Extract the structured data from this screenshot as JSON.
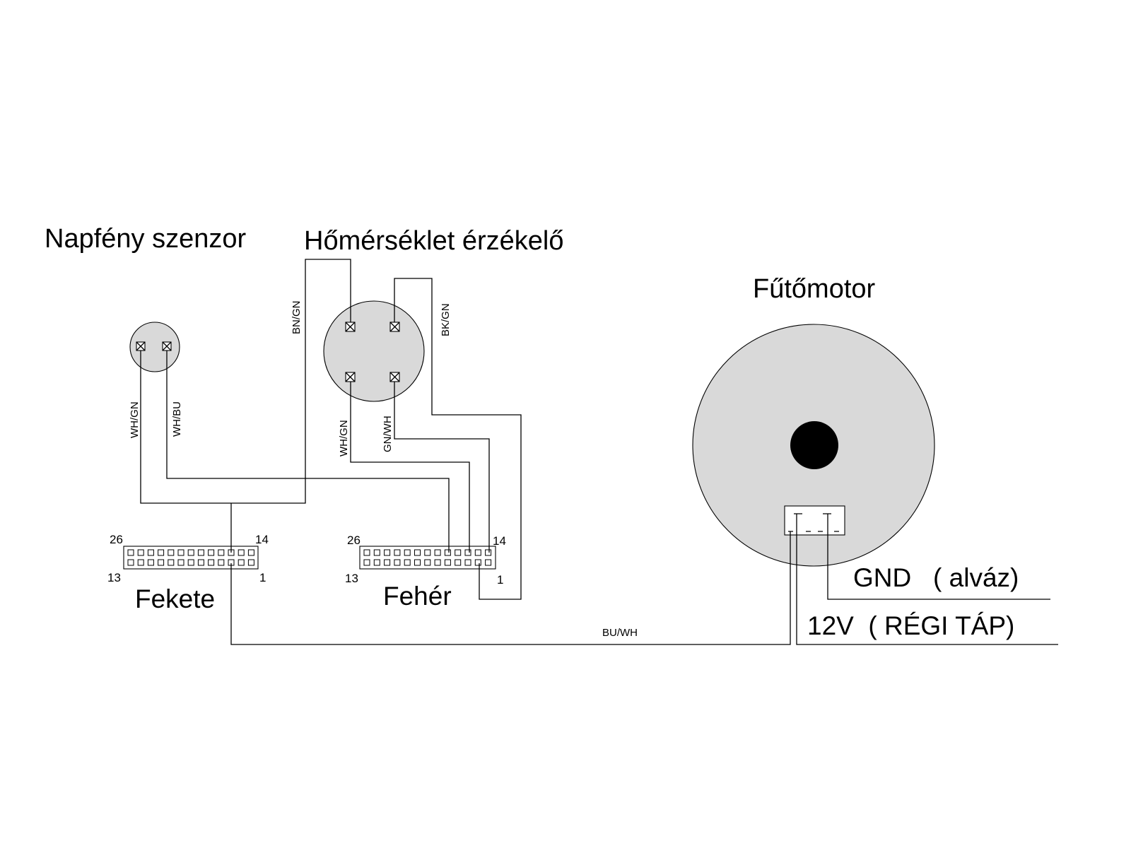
{
  "components": {
    "sun_sensor": {
      "label": "Napfény szenzor"
    },
    "temp_sensor": {
      "label": "Hőmérséklet érzékelő"
    },
    "heater_motor": {
      "label": "Fűtőmotor"
    },
    "connector_black": {
      "label": "Fekete",
      "pin_tl": "26",
      "pin_tr": "14",
      "pin_bl": "13",
      "pin_br": "1"
    },
    "connector_white": {
      "label": "Fehér",
      "pin_tl": "26",
      "pin_tr": "14",
      "pin_bl": "13",
      "pin_br": "1"
    }
  },
  "wires": {
    "sun_wh_gn": "WH/GN",
    "sun_wh_bu": "WH/BU",
    "temp_bn_gn": "BN/GN",
    "temp_bk_gn": "BK/GN",
    "temp_wh_gn": "WH/GN",
    "temp_gn_wh": "GN/WH",
    "motor_bu_wh": "BU/WH"
  },
  "outputs": {
    "gnd": "GND   ( alváz)",
    "v12": "12V  ( RÉGI TÁP)"
  },
  "colors": {
    "component_fill": "#d9d9d9",
    "line": "#000000",
    "motor_shaft": "#000000"
  }
}
